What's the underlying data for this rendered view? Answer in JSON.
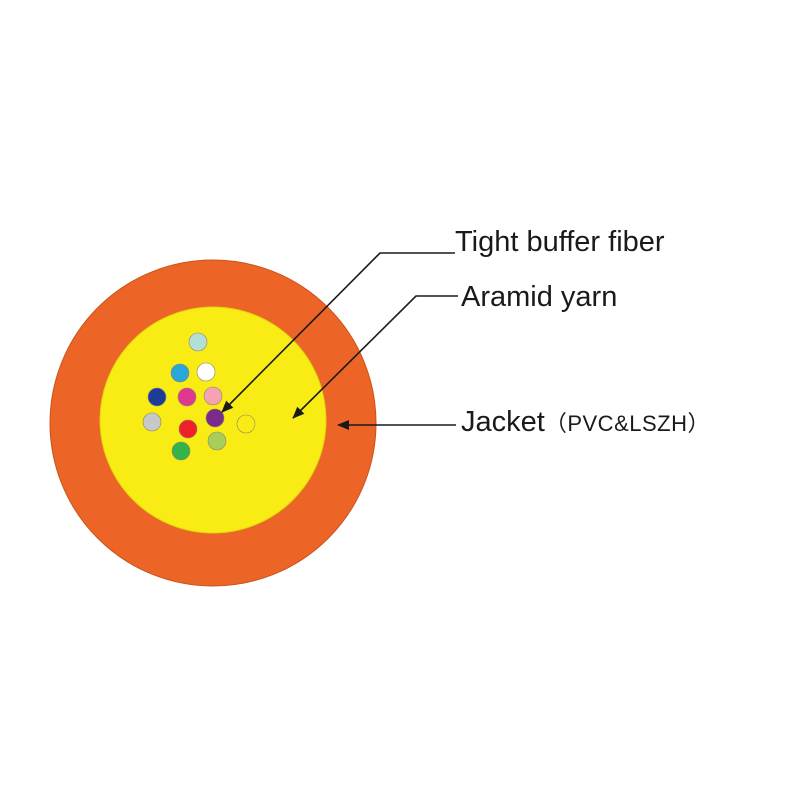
{
  "labels": {
    "tight_buffer_fiber": "Tight buffer fiber",
    "aramid_yarn": "Aramid yarn",
    "jacket": "Jacket",
    "jacket_material": "（PVC&LSZH）"
  },
  "colors": {
    "jacket": "#ec6426",
    "aramid_yarn": "#f8ec14",
    "leader_line": "#1a1a1a",
    "background": "#ffffff"
  },
  "fibers": [
    {
      "color": "#b3e0d6"
    },
    {
      "color": "#29a6dc"
    },
    {
      "color": "#ffffff"
    },
    {
      "color": "#1f3b9a"
    },
    {
      "color": "#e0388e"
    },
    {
      "color": "#f5a3b0"
    },
    {
      "color": "#c8c8c8"
    },
    {
      "color": "#ee2129"
    },
    {
      "color": "#7b2b8c"
    },
    {
      "color": "#f8ec14"
    },
    {
      "color": "#33b34a"
    },
    {
      "color": "#a8cd5a"
    }
  ]
}
